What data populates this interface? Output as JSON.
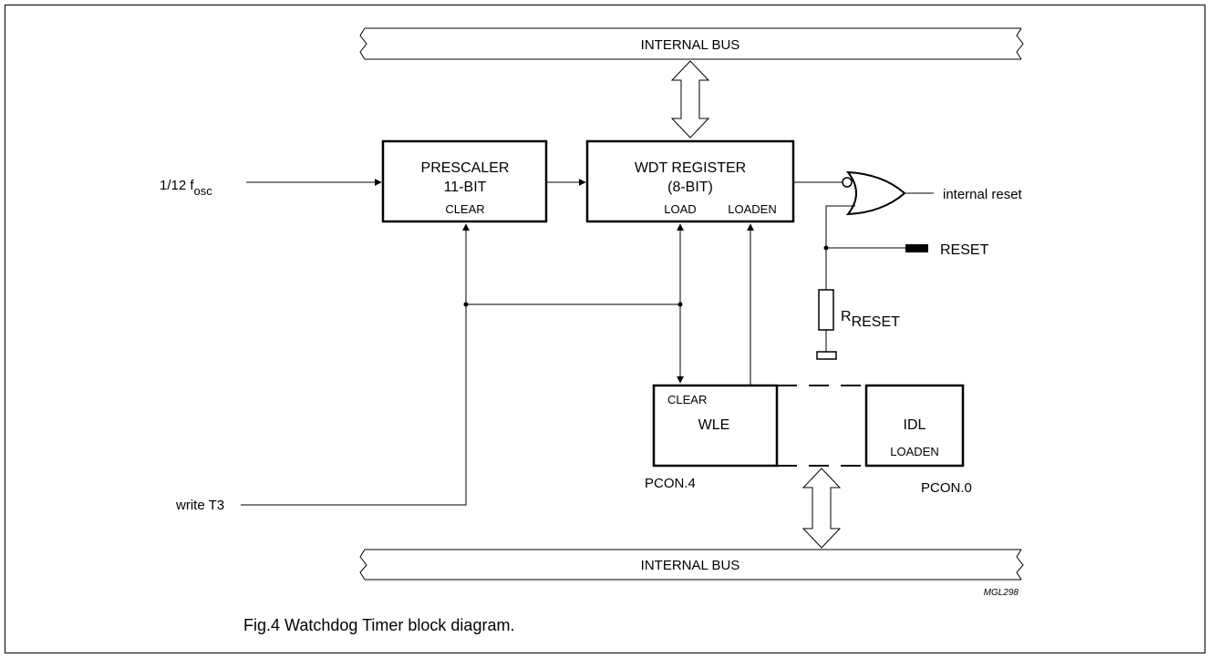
{
  "colors": {
    "stroke": "#000000",
    "background": "#ffffff"
  },
  "bus_top": {
    "label": "INTERNAL BUS"
  },
  "bus_bottom": {
    "label": "INTERNAL BUS"
  },
  "input_fosc": {
    "prefix": "1/12 f",
    "subscript": "osc"
  },
  "input_write": {
    "label": "write T3"
  },
  "prescaler": {
    "line1": "PRESCALER",
    "line2": "11-BIT",
    "clear": "CLEAR"
  },
  "wdt": {
    "line1": "WDT REGISTER",
    "line2": "(8-BIT)",
    "load": "LOAD",
    "loaden": "LOADEN"
  },
  "wle": {
    "clear": "CLEAR",
    "name": "WLE",
    "reg": "PCON.4"
  },
  "idl": {
    "name": "IDL",
    "loaden": "LOADEN",
    "reg": "PCON.0"
  },
  "output": {
    "label": "internal reset"
  },
  "reset_pin": {
    "label": "RESET"
  },
  "resistor": {
    "prefix": "R",
    "subscript": "RESET"
  },
  "figure_tag": "MGL298",
  "caption": "Fig.4  Watchdog Timer block diagram."
}
